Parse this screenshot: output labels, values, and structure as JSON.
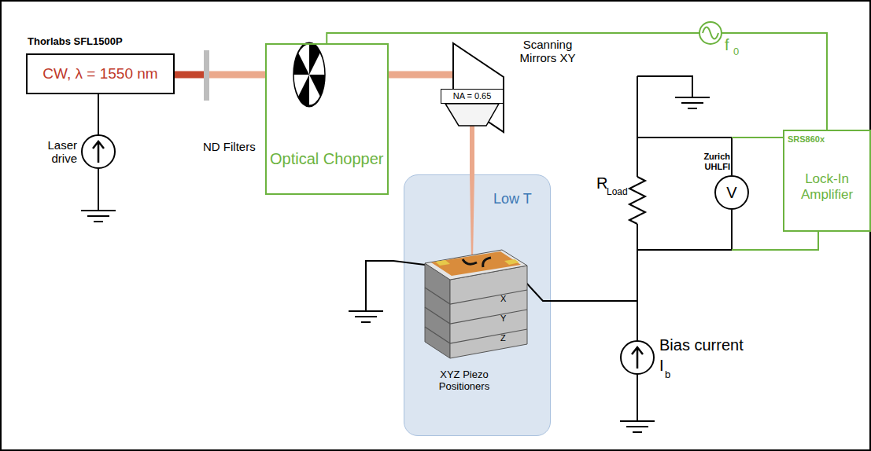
{
  "diagram": {
    "nodes": [
      {
        "text": [
          "Thorlabs SFL1500P",
          "CW, λ = 1550 nm"
        ]
      },
      {
        "text": [
          "Optical Chopper"
        ]
      },
      {
        "text": [
          "NA = 0.65"
        ]
      },
      {
        "text": [
          "Low T"
        ]
      },
      {
        "text": [
          "Zurich UHLFI",
          "V"
        ]
      },
      {
        "text": [
          "SRS860x",
          "Lock-In Amplifier"
        ]
      }
    ],
    "edges": [
      {
        "from": 0,
        "to": 1,
        "arrow": "none"
      },
      {
        "from": 1,
        "to": 2,
        "arrow": "none"
      },
      {
        "from": 2,
        "to": 3,
        "arrow": "none"
      },
      {
        "from": 1,
        "to": 5,
        "arrow": "none"
      }
    ],
    "labels": [
      "Laser drive",
      "ND Filters",
      "Scanning Mirrors XY",
      "f",
      "0",
      "R",
      "Load",
      "X",
      "Y",
      "Z",
      "XYZ Piezo Positioners",
      "Bias current",
      "I",
      "b"
    ]
  }
}
